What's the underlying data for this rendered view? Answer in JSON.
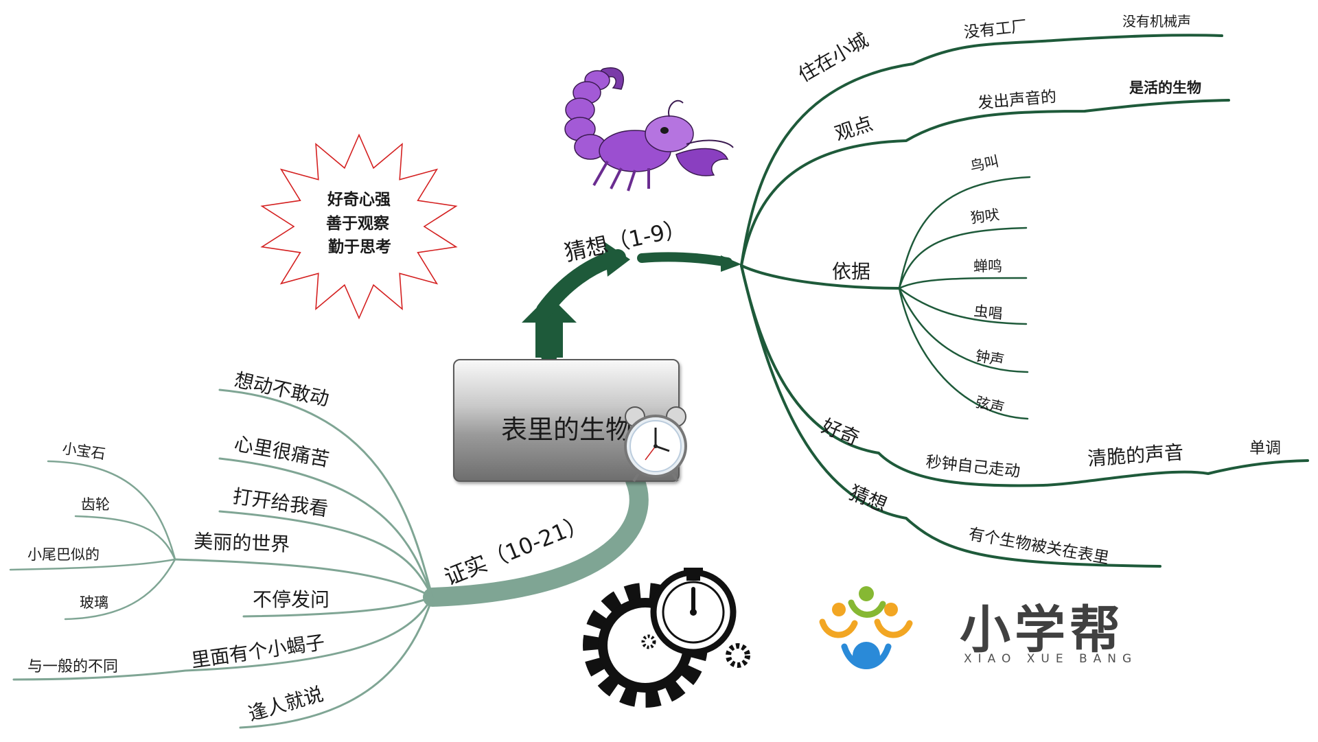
{
  "center": {
    "title": "表里的生物"
  },
  "burst": {
    "lines": [
      "好奇心强",
      "善于观察",
      "勤于思考"
    ]
  },
  "guess": {
    "label": "猜想（1-9）",
    "branches": {
      "town": {
        "label": "住在小城",
        "sub": "没有工厂",
        "leaf": "没有机械声"
      },
      "view": {
        "label": "观点",
        "sub": "发出声音的",
        "leaf": "是活的生物"
      },
      "basis": {
        "label": "依据",
        "items": [
          "鸟叫",
          "狗吠",
          "蝉鸣",
          "虫唱",
          "钟声",
          "弦声"
        ]
      },
      "curious": {
        "label": "好奇",
        "sub": "秒钟自己走动",
        "sub2": "清脆的声音",
        "leaf": "单调"
      },
      "guess2": {
        "label": "猜想",
        "sub": "有个生物被关在表里"
      }
    }
  },
  "verify": {
    "label": "证实（10-21）",
    "items": [
      "想动不敢动",
      "心里很痛苦",
      "打开给我看",
      "美丽的世界",
      "不停发问",
      "里面有个小蝎子",
      "逢人就说"
    ],
    "world_items": [
      "小宝石",
      "齿轮",
      "小尾巴似的",
      "玻璃"
    ],
    "scorpion_sub": "与一般的不同"
  },
  "logo": {
    "name": "小学帮",
    "sub": "XIAO XUE BANG"
  },
  "colors": {
    "dark_branch": "#1e5a3a",
    "light_branch": "#7fa594",
    "burst_stroke": "#d42020",
    "scorpion": "#9b4fd0"
  },
  "icons": [
    "scorpion-icon",
    "alarm-clock-icon",
    "gear-stopwatch-icon",
    "logo-icon"
  ]
}
